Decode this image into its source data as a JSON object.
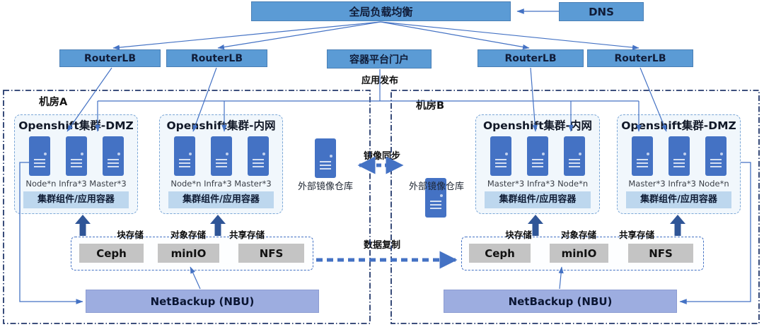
{
  "top": {
    "glb": "全局负载均衡",
    "dns": "DNS",
    "routers": [
      "RouterLB",
      "RouterLB",
      "RouterLB",
      "RouterLB"
    ],
    "portal": "容器平台门户",
    "app_release": "应用发布"
  },
  "rooms": [
    {
      "name": "机房A",
      "clusters": [
        {
          "title": "Openshift集群-DMZ",
          "nodes": "Node*n Infra*3 Master*3",
          "components": "集群组件/应用容器"
        },
        {
          "title": "Openshift集群-内网",
          "nodes": "Node*n Infra*3 Master*3",
          "components": "集群组件/应用容器"
        }
      ],
      "storage": {
        "types": [
          "块存储",
          "对象存储",
          "共享存储"
        ],
        "products": [
          "Ceph",
          "minIO",
          "NFS"
        ]
      },
      "backup": "NetBackup (NBU)"
    },
    {
      "name": "机房B",
      "clusters": [
        {
          "title": "Openshift集群-内网",
          "nodes": "Master*3 Infra*3 Node*n",
          "components": "集群组件/应用容器"
        },
        {
          "title": "Openshift集群-DMZ",
          "nodes": "Master*3 Infra*3 Node*n",
          "components": "集群组件/应用容器"
        }
      ],
      "storage": {
        "types": [
          "块存储",
          "对象存储",
          "共享存储"
        ],
        "products": [
          "Ceph",
          "minIO",
          "NFS"
        ]
      },
      "backup": "NetBackup (NBU)"
    }
  ],
  "middle": {
    "repo_left": "外部镜像仓库",
    "repo_right": "外部镜像仓库",
    "image_sync": "镜像同步",
    "data_replication": "数据复制"
  },
  "icons": {
    "cluster_node": "server-icon",
    "registry_node": "server-icon"
  },
  "colors": {
    "box_blue": "#5b9bd5",
    "server_blue": "#4472c4",
    "components_bar": "#bdd7ee",
    "backup_fill": "#9dade0",
    "storage_gray": "#c4c4c4",
    "connector": "#4472c4",
    "room_border": "#23386b",
    "block_arrow": "#2f5597"
  }
}
